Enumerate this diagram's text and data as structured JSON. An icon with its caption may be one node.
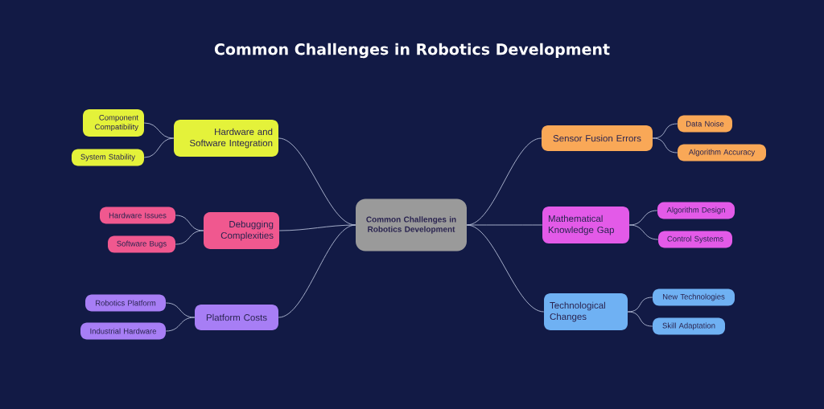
{
  "diagram": {
    "title": "Common Challenges in Robotics Development",
    "nodes": [
      {
        "text": [
          "Common Challenges in Robotics Development"
        ]
      },
      {
        "text": [
          "Hardware and Software Integration"
        ]
      },
      {
        "text": [
          "Component Compatibility"
        ]
      },
      {
        "text": [
          "System Stability"
        ]
      },
      {
        "text": [
          "Debugging Complexities"
        ]
      },
      {
        "text": [
          "Hardware Issues"
        ]
      },
      {
        "text": [
          "Software Bugs"
        ]
      },
      {
        "text": [
          "Platform Costs"
        ]
      },
      {
        "text": [
          "Robotics Platform"
        ]
      },
      {
        "text": [
          "Industrial Hardware"
        ]
      },
      {
        "text": [
          "Sensor Fusion Errors"
        ]
      },
      {
        "text": [
          "Data Noise"
        ]
      },
      {
        "text": [
          "Algorithm Accuracy"
        ]
      },
      {
        "text": [
          "Mathematical Knowledge Gap"
        ]
      },
      {
        "text": [
          "Algorithm Design"
        ]
      },
      {
        "text": [
          "Control Systems"
        ]
      },
      {
        "text": [
          "Technological Changes"
        ]
      },
      {
        "text": [
          "New Technologies"
        ]
      },
      {
        "text": [
          "Skill Adaptation"
        ]
      }
    ],
    "edges": [
      {
        "from": 0,
        "to": 1,
        "arrow": "none"
      },
      {
        "from": 1,
        "to": 2,
        "arrow": "none"
      },
      {
        "from": 1,
        "to": 3,
        "arrow": "none"
      },
      {
        "from": 0,
        "to": 4,
        "arrow": "none"
      },
      {
        "from": 4,
        "to": 5,
        "arrow": "none"
      },
      {
        "from": 4,
        "to": 6,
        "arrow": "none"
      },
      {
        "from": 0,
        "to": 7,
        "arrow": "none"
      },
      {
        "from": 7,
        "to": 8,
        "arrow": "none"
      },
      {
        "from": 7,
        "to": 9,
        "arrow": "none"
      },
      {
        "from": 0,
        "to": 10,
        "arrow": "none"
      },
      {
        "from": 10,
        "to": 11,
        "arrow": "none"
      },
      {
        "from": 10,
        "to": 12,
        "arrow": "none"
      },
      {
        "from": 0,
        "to": 13,
        "arrow": "none"
      },
      {
        "from": 13,
        "to": 14,
        "arrow": "none"
      },
      {
        "from": 13,
        "to": 15,
        "arrow": "none"
      },
      {
        "from": 0,
        "to": 16,
        "arrow": "none"
      },
      {
        "from": 16,
        "to": 17,
        "arrow": "none"
      },
      {
        "from": 16,
        "to": 18,
        "arrow": "none"
      }
    ]
  }
}
